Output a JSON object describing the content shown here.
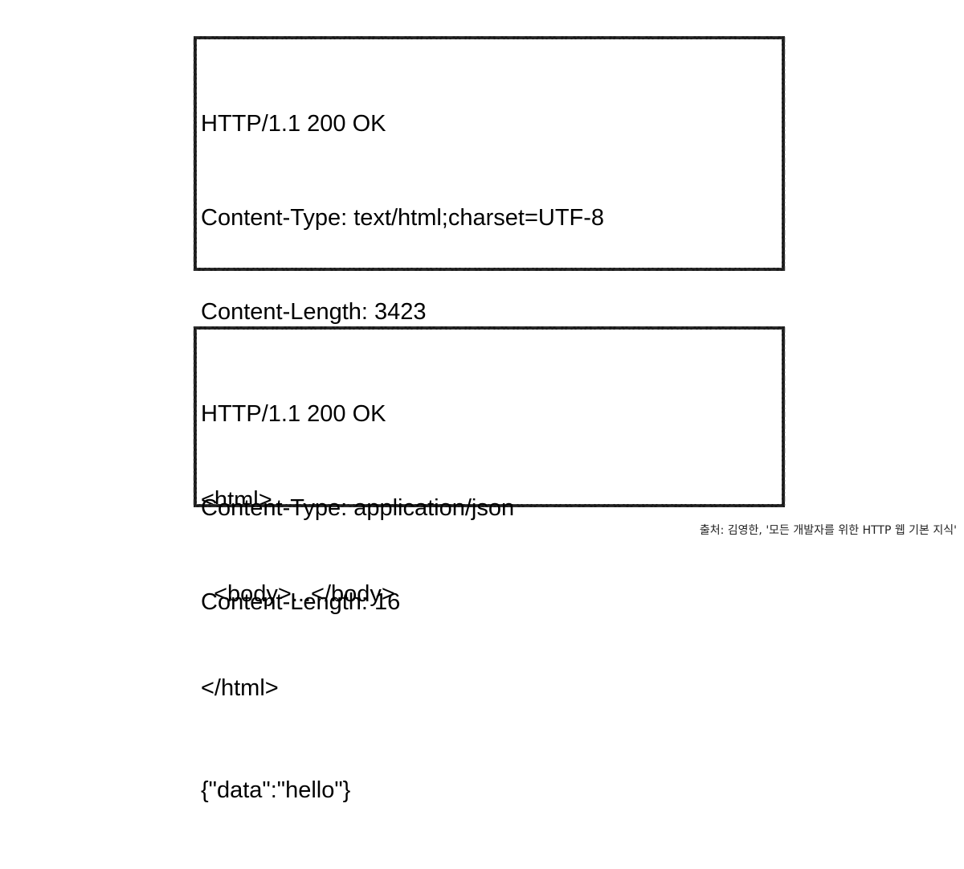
{
  "boxes": [
    {
      "lines": [
        "HTTP/1.1 200 OK",
        "Content-Type: text/html;charset=UTF-8",
        "Content-Length: 3423",
        "",
        "<html>",
        "  <body>...</body>",
        "</html>"
      ]
    },
    {
      "lines": [
        "HTTP/1.1 200 OK",
        "Content-Type: application/json",
        "Content-Length: 16",
        "",
        "{\"data\":\"hello\"}"
      ]
    }
  ],
  "caption": "출처: 김영한, '모든 개발자를 위한 HTTP 웹 기본 지식'",
  "colors": {
    "border": "#1a1a1a",
    "text": "#000000"
  }
}
